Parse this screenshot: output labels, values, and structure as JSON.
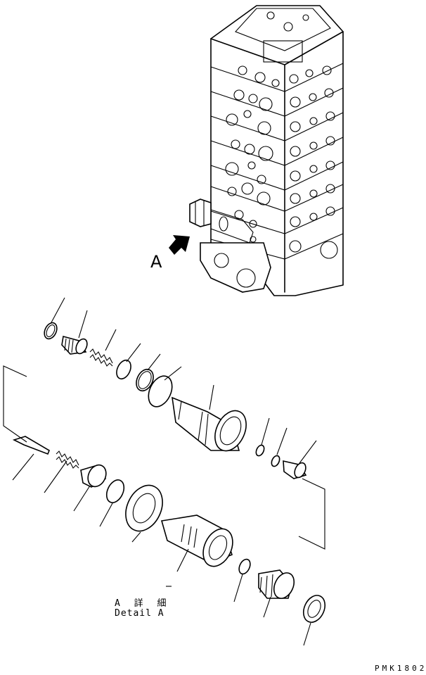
{
  "diagram": {
    "view_label": "A",
    "detail_label_jp": "A 詳 細",
    "detail_label_en": "Detail A",
    "part_code": "PMK1802"
  }
}
